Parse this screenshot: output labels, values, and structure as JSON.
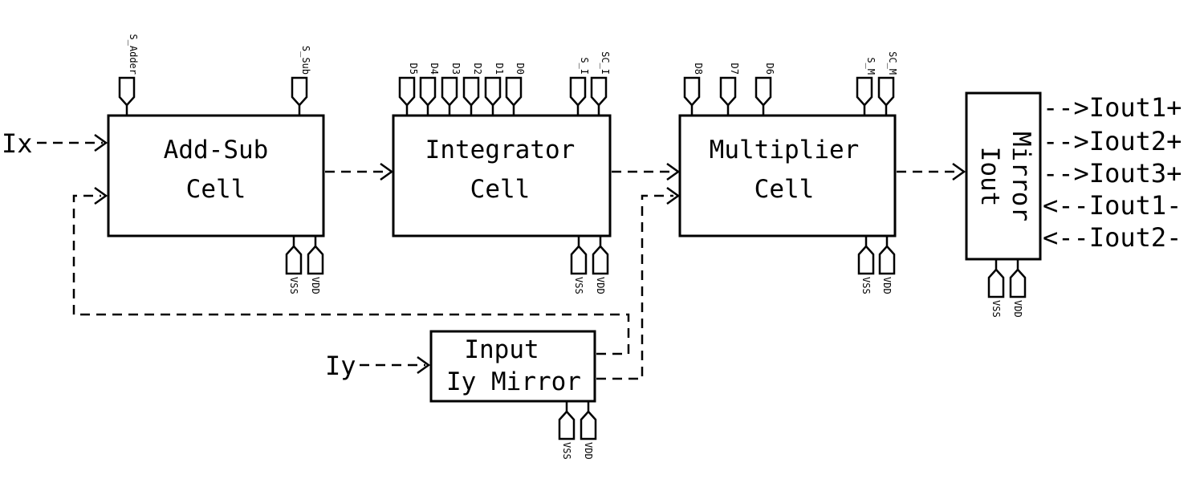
{
  "blocks": {
    "add_sub": {
      "line1": "Add-Sub",
      "line2": "Cell"
    },
    "integrator": {
      "line1": "Integrator",
      "line2": "Cell"
    },
    "multiplier": {
      "line1": "Multiplier",
      "line2": "Cell"
    },
    "input_mirror": {
      "line1": "Input",
      "line2": "Iy Mirror"
    },
    "iout_mirror": {
      "line1": "Iout",
      "line2": "Mirror"
    }
  },
  "inputs": {
    "ix": "Ix",
    "iy": "Iy"
  },
  "outputs": [
    "-->Iout1+",
    "-->Iout2+",
    "-->Iout3+",
    "<--Iout1-",
    "<--Iout2-"
  ],
  "pins": {
    "add_sub_top": [
      "S_Adder",
      "S_Sub"
    ],
    "integrator_top": [
      "D5",
      "D4",
      "D3",
      "D2",
      "D1",
      "D0",
      "S_I",
      "SC_I"
    ],
    "multiplier_top": [
      "D8",
      "D7",
      "D6",
      "S_M",
      "SC_M"
    ],
    "supply": [
      "VSS",
      "VDD"
    ]
  }
}
